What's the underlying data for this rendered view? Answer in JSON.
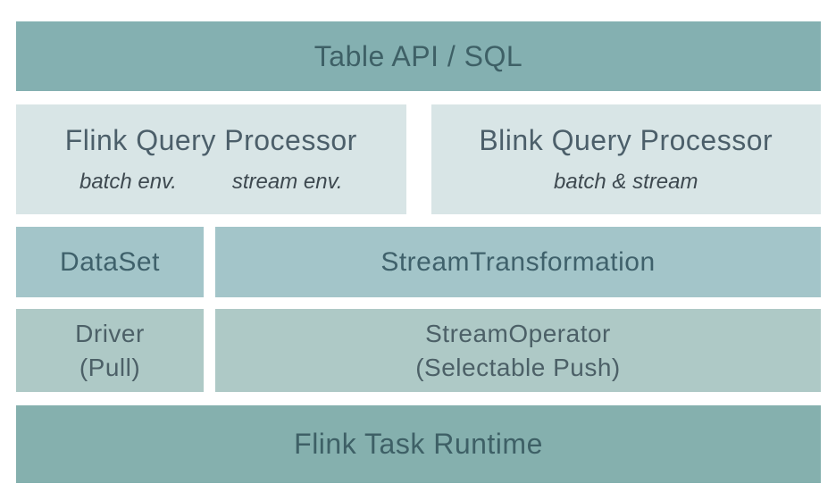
{
  "colors": {
    "bar_teal": "#84b0b1",
    "bottom_bar_teal": "#85b0ae",
    "light_box": "#d8e5e6",
    "medium_box": "#a3c5c9",
    "soft_box": "#aec9c6",
    "bar_text": "#3e6066",
    "title_text": "#4c5f6a",
    "subtitle_text": "#3e4950"
  },
  "layers": {
    "api": {
      "label": "Table API / SQL"
    },
    "flink_processor": {
      "title": "Flink Query Processor",
      "subtitles": [
        "batch env.",
        "stream env."
      ]
    },
    "blink_processor": {
      "title": "Blink Query Processor",
      "subtitle": "batch & stream"
    },
    "dataset": {
      "label": "DataSet"
    },
    "stream_transformation": {
      "label": "StreamTransformation"
    },
    "driver": {
      "line1": "Driver",
      "line2": "(Pull)"
    },
    "stream_operator": {
      "line1": "StreamOperator",
      "line2": "(Selectable Push)"
    },
    "runtime": {
      "label": "Flink Task Runtime"
    }
  }
}
